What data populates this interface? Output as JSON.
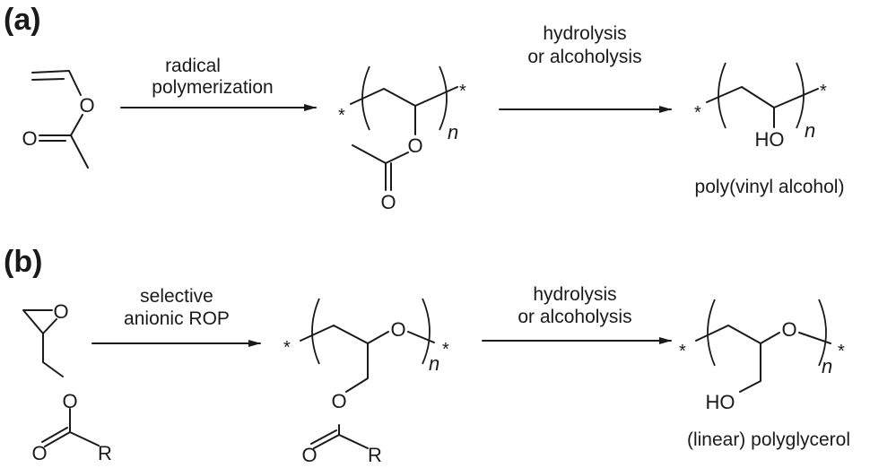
{
  "panels": {
    "a": {
      "label": "(a)",
      "step1": {
        "line1": "radical",
        "line2": "polymerization"
      },
      "step2": {
        "line1": "hydrolysis",
        "line2": "or alcoholysis"
      },
      "product_name": "poly(vinyl alcohol)"
    },
    "b": {
      "label": "(b)",
      "step1": {
        "line1": "selective",
        "line2": "anionic ROP"
      },
      "step2": {
        "line1": "hydrolysis",
        "line2": "or alcoholysis"
      },
      "product_name": "(linear) polyglycerol"
    }
  },
  "atoms": {
    "O": "O",
    "HO": "HO",
    "R": "R",
    "star": "*",
    "n": "n"
  }
}
